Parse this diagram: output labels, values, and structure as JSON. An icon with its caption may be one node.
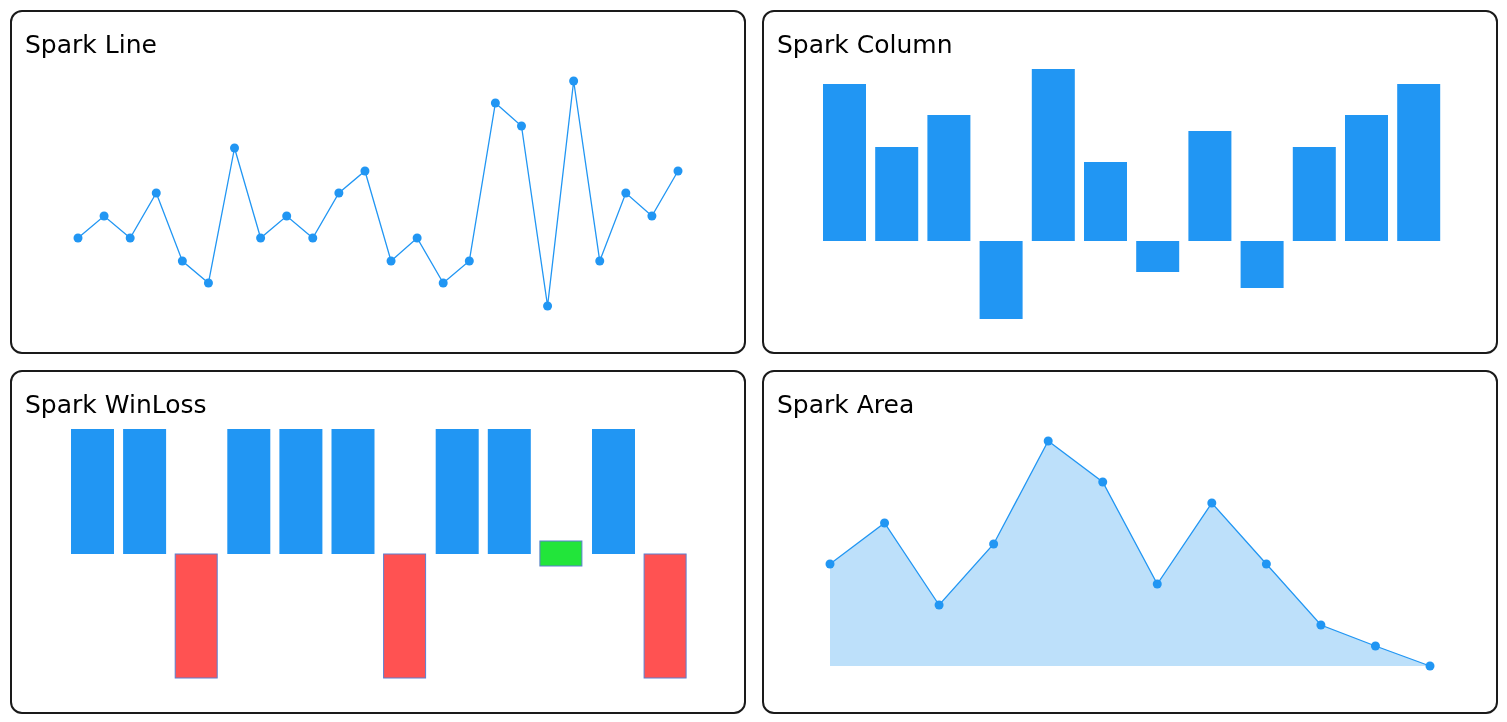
{
  "diagram": {
    "nodes": [
      {
        "text": [
          "Spark Line"
        ]
      },
      {
        "text": [
          "Spark Column"
        ]
      },
      {
        "text": [
          "Spark WinLoss"
        ]
      },
      {
        "text": [
          "Spark Area"
        ]
      }
    ]
  }
}
